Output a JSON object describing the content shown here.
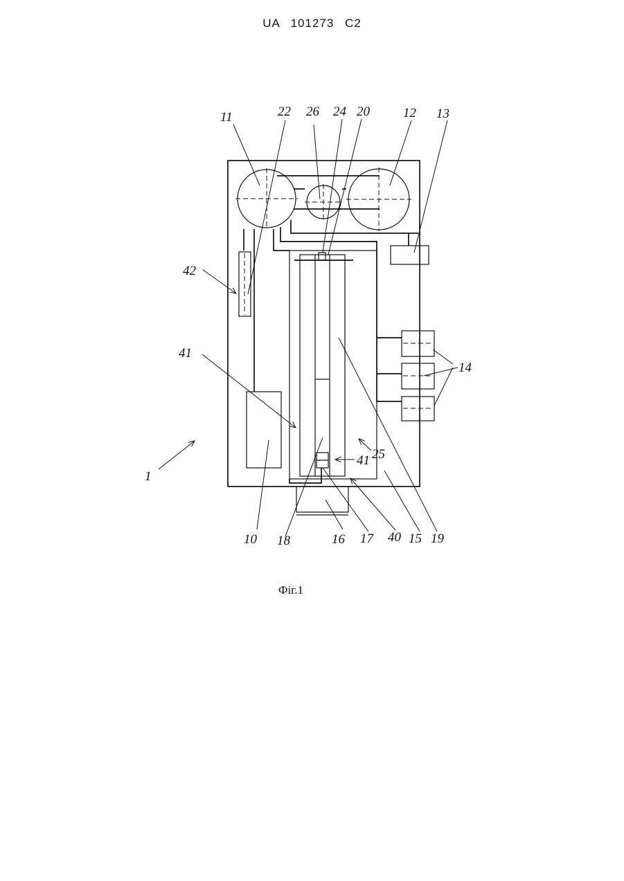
{
  "header": {
    "patent_number": "UA   101273   C2"
  },
  "figure": {
    "caption": "Фіг.1",
    "labels": {
      "l11": "11",
      "l22": "22",
      "l26": "26",
      "l24": "24",
      "l20": "20",
      "l12": "12",
      "l13": "13",
      "l42": "42",
      "l41a": "41",
      "l14": "14",
      "l1": "1",
      "l25": "25",
      "l41b": "41",
      "l10": "10",
      "l18": "18",
      "l16": "16",
      "l17": "17",
      "l40": "40",
      "l15": "15",
      "l19": "19"
    }
  }
}
